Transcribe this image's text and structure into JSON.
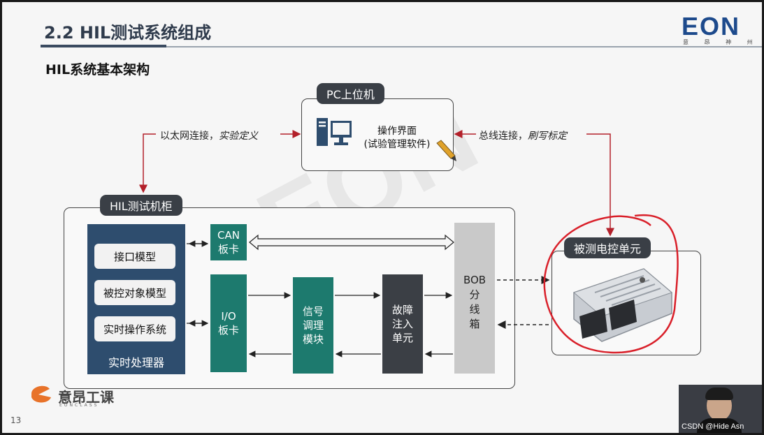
{
  "header": {
    "title": "2.2 HIL测试系统组成",
    "subtitle": "HIL系统基本架构",
    "logo_text": "EON",
    "logo_sub": "意 昂 神 州"
  },
  "pc": {
    "tag": "PC上位机",
    "line1": "操作界面",
    "line2": "(试验管理软件)"
  },
  "connections": {
    "left_plain": "以太网连接，",
    "left_italic": "实验定义",
    "right_plain": "总线连接，",
    "right_italic": "刷写标定"
  },
  "cabinet": {
    "tag": "HIL测试机柜",
    "processor": {
      "items": [
        "接口模型",
        "被控对象模型",
        "实时操作系统"
      ],
      "label": "实时处理器"
    },
    "can_card": [
      "CAN",
      "板卡"
    ],
    "io_card": [
      "I/O",
      "板卡"
    ],
    "signal": [
      "信号",
      "调理",
      "模块"
    ],
    "fault": [
      "故障",
      "注入",
      "单元"
    ],
    "bob": [
      "BOB",
      "分",
      "线",
      "箱"
    ]
  },
  "ecu": {
    "tag": "被测电控单元"
  },
  "footer": {
    "brand": "意昂工课",
    "brand_sub": "EONCLASS",
    "page_number": "13",
    "watermark": "EON",
    "cam_caption": "CSDN @Hide Asn"
  },
  "colors": {
    "processor": "#2e4d6e",
    "teal": "#1d7a6e",
    "dark": "#3b3f45",
    "bob": "#c9c9c9",
    "arrow_red": "#b3202a",
    "annotation_red": "#d9202a"
  }
}
